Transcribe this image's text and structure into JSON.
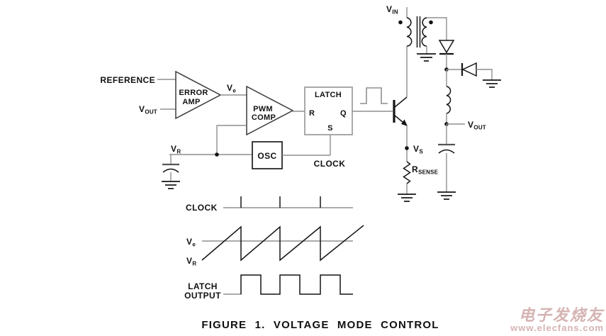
{
  "figure": {
    "caption": "FIGURE 1. VOLTAGE MODE CONTROL"
  },
  "colors": {
    "ink": "#141414",
    "wire_gray": "#8f8f8f",
    "watermark_pink": "#cfa6a6"
  },
  "circuit": {
    "reference_label": "REFERENCE",
    "vout_in_main": "V",
    "vout_in_sub": "OUT",
    "error_amp_line1": "ERROR",
    "error_amp_line2": "AMP",
    "ve_main": "V",
    "ve_sub": "e",
    "pwm_line1": "PWM",
    "pwm_line2": "COMP",
    "latch_label": "LATCH",
    "latch_r": "R",
    "latch_q": "Q",
    "latch_s": "S",
    "osc_label": "OSC",
    "clock_label": "CLOCK",
    "vr_main": "V",
    "vr_sub": "R",
    "vin_main": "V",
    "vin_sub": "IN",
    "vs_main": "V",
    "vs_sub": "S",
    "rsense_main": "R",
    "rsense_sub": "SENSE",
    "vout_node_main": "V",
    "vout_node_sub": "OUT"
  },
  "waveforms": {
    "clock_label": "CLOCK",
    "ve_main": "V",
    "ve_sub": "e",
    "vr_main": "V",
    "vr_sub": "R",
    "latch_line1": "LATCH",
    "latch_line2": "OUTPUT"
  },
  "watermark": {
    "name": "电子发烧友",
    "url": "www.elecfans.com"
  }
}
